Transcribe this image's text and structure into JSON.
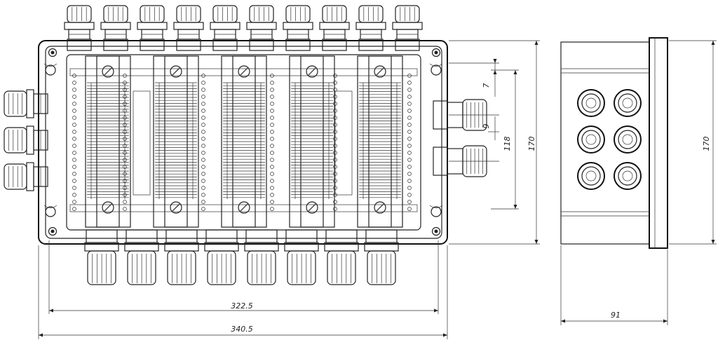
{
  "front_view": {
    "top_glands": 10,
    "bottom_glands": 8,
    "left_glands": 3,
    "right_glands": 2,
    "terminal_blocks": 5
  },
  "side_view": {
    "gland_grid": {
      "rows": 3,
      "cols": 2
    }
  },
  "dimensions": {
    "inner_width": "322.5",
    "overall_width": "340.5",
    "height_front": "170",
    "gland_spacing": "118",
    "offset_small": "7",
    "offset_9": "9",
    "side_depth": "91",
    "height_side": "170"
  }
}
